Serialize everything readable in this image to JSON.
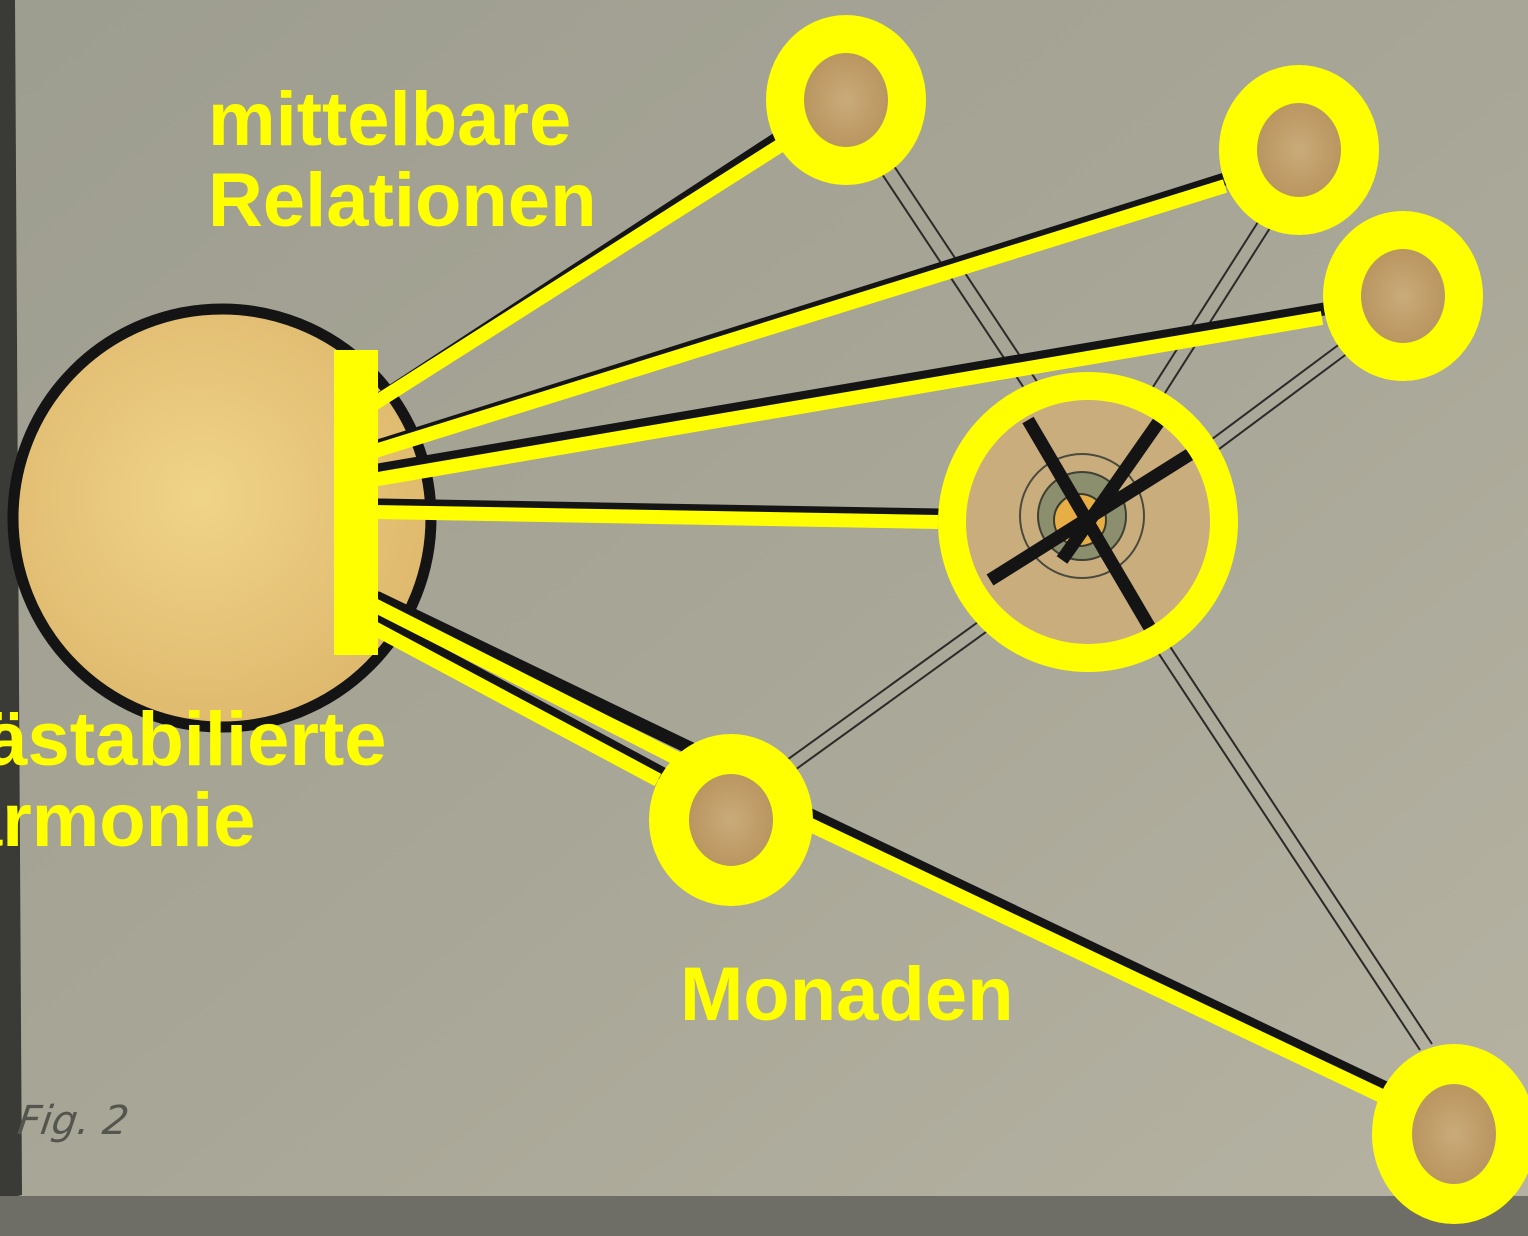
{
  "labels": {
    "relations_line1": "mittelbare",
    "relations_line2": "Relationen",
    "harmony_line1": "Prästabilierte",
    "harmony_line2": "Harmonie",
    "monads": "Monaden",
    "figure": "Fig. 2"
  },
  "colors": {
    "highlight": "#ffff00",
    "paper": "#a7a595",
    "ink": "#141414",
    "monad_fill": "#c7ab78",
    "central_body_fill": "#e8c97a"
  }
}
